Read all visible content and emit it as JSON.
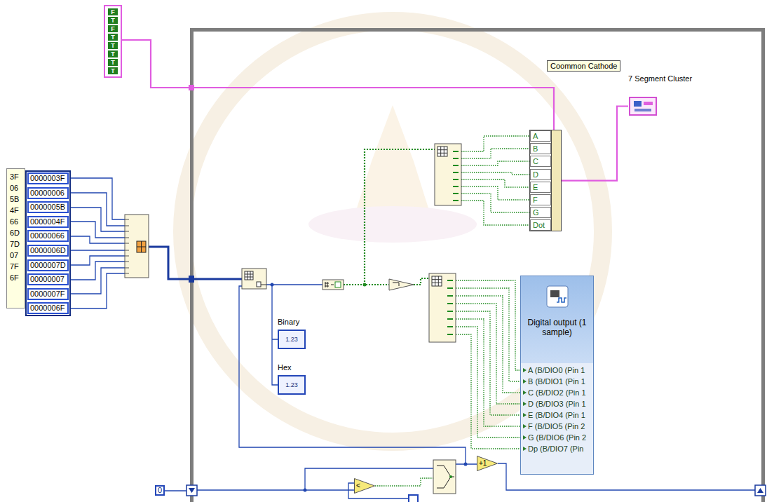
{
  "diagram": {
    "nodes": [
      {
        "text": [
          "F",
          "T",
          "F",
          "T",
          "T",
          "T",
          "T",
          "T"
        ]
      },
      {
        "text": [
          "Coommon Cathode"
        ]
      },
      {
        "text": [
          "7 Segment Cluster"
        ]
      },
      {
        "text": [
          "A",
          "B",
          "C",
          "D",
          "E",
          "F",
          "G",
          "Dot"
        ]
      },
      {
        "text": [
          "3F 06 5B 4F 66 6D 7D 07 7F 6F"
        ]
      },
      {
        "text": [
          "0000003F",
          "00000006",
          "0000005B",
          "0000004F",
          "00000066",
          "0000006D",
          "0000007D",
          "00000007",
          "0000007F",
          "0000006F"
        ]
      },
      {
        "text": [
          "Digital output (1 sample)",
          "A (B/DIO0 (Pin 1",
          "B (B/DIO1 (Pin 1",
          "C (B/DIO2 (Pin 1",
          "D (B/DIO3 (Pin 1",
          "E (B/DIO4 (Pin 1",
          "F (B/DIO5 (Pin 2",
          "G (B/DIO6 (Pin 2",
          "Dp (B/DIO7 (Pin"
        ]
      },
      {
        "text": [
          "Binary",
          "1.23"
        ]
      },
      {
        "text": [
          "Hex",
          "1.23"
        ]
      },
      {
        "text": [
          "+1"
        ]
      },
      {
        "text": [
          "<"
        ]
      },
      {
        "text": [
          "0"
        ]
      }
    ],
    "edges": [
      {
        "from": 0,
        "to": 3,
        "arrow": "none"
      },
      {
        "from": 3,
        "to": 2,
        "arrow": "none"
      }
    ]
  }
}
